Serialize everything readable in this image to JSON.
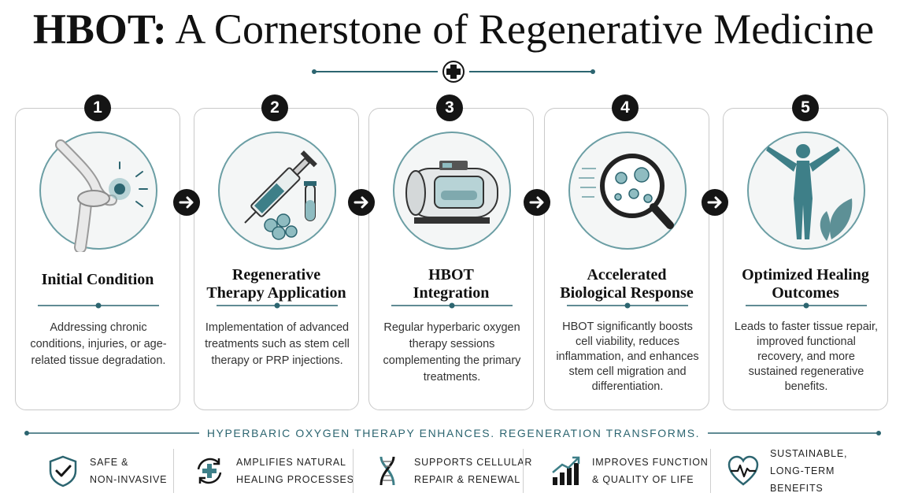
{
  "header": {
    "title_bold": "HBOT:",
    "title_rest": " A Cornerstone of Regenerative Medicine"
  },
  "steps": [
    {
      "number": "1",
      "title": "Initial Condition",
      "description": "Addressing chronic conditions, injuries, or age-related tissue degradation."
    },
    {
      "number": "2",
      "title_line1": "Regenerative",
      "title_line2": "Therapy Application",
      "description": "Implementation of advanced treatments such as stem cell therapy or PRP injections."
    },
    {
      "number": "3",
      "title_line1": "HBOT",
      "title_line2": "Integration",
      "description": "Regular hyperbaric oxygen therapy sessions complementing the primary treatments."
    },
    {
      "number": "4",
      "title_line1": "Accelerated",
      "title_line2": "Biological Response",
      "description": "HBOT significantly boosts cell viability, reduces inflammation, and enhances stem cell migration and differentiation."
    },
    {
      "number": "5",
      "title_line1": "Optimized Healing",
      "title_line2": "Outcomes",
      "description": "Leads to faster tissue repair, improved functional recovery, and more sustained regenerative benefits."
    }
  ],
  "tagline": "HYPERBARIC OXYGEN THERAPY ENHANCES. REGENERATION TRANSFORMS.",
  "benefits": [
    {
      "icon": "shield-check-icon",
      "line1": "SAFE &",
      "line2": "NON-INVASIVE"
    },
    {
      "icon": "cycle-plus-icon",
      "line1": "AMPLIFIES NATURAL",
      "line2": "HEALING PROCESSES"
    },
    {
      "icon": "dna-icon",
      "line1": "SUPPORTS CELLULAR",
      "line2": "REPAIR & RENEWAL"
    },
    {
      "icon": "growth-chart-icon",
      "line1": "IMPROVES FUNCTION",
      "line2": "& QUALITY OF LIFE"
    },
    {
      "icon": "heart-pulse-icon",
      "line1": "SUSTAINABLE,",
      "line2": "LONG-TERM BENEFITS"
    }
  ],
  "colors": {
    "accent_teal": "#2c6570",
    "light_teal": "#8fbcc1",
    "dark": "#151515",
    "card_border": "#c9c9c9"
  }
}
